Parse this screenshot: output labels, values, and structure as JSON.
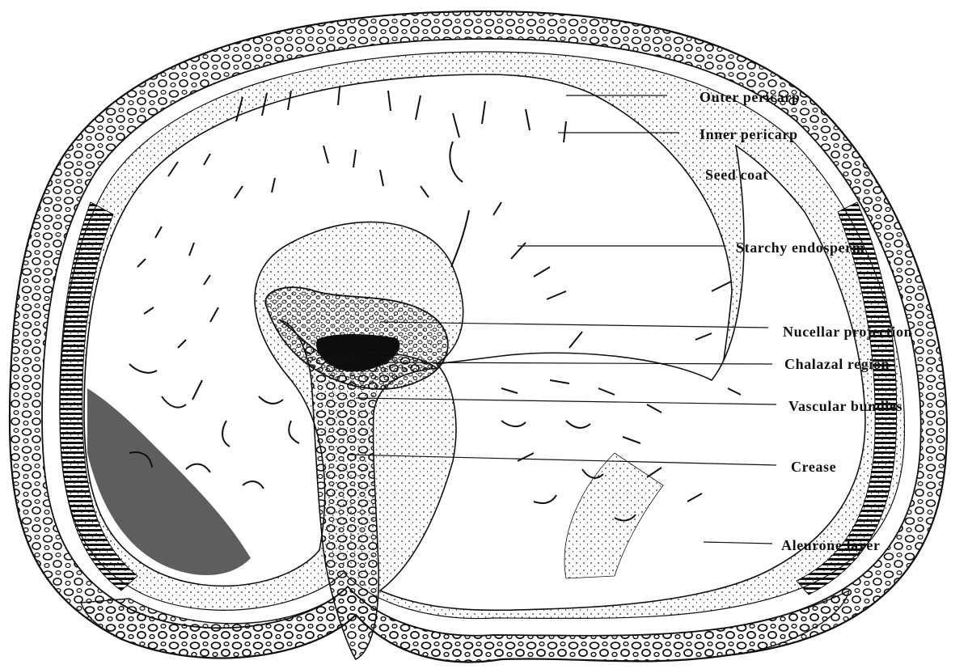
{
  "labels": {
    "outer_pericarp": "Outer pericarp",
    "inner_pericarp": "Inner pericarp",
    "seed_coat": "Seed coat",
    "starchy_endosperm": "Starchy endosperm",
    "nucellar_projection": "Nucellar projection",
    "chalazal_region": "Chalazal region",
    "vascular_bundles": "Vascular bundles",
    "crease": "Crease",
    "aleurone_layer": "Aleurone layer"
  }
}
